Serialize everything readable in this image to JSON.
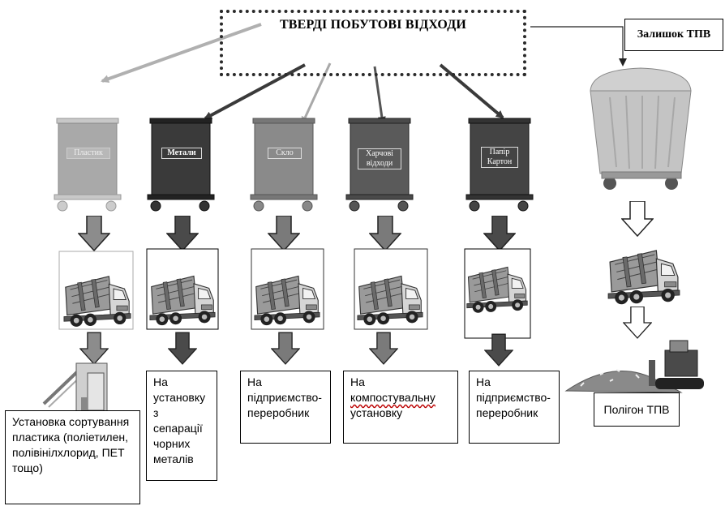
{
  "title": "ТВЕРДІ ПОБУТОВІ ВІДХОДИ",
  "remainder_label": "Залишок ТПВ",
  "bins": [
    {
      "label": "Пластик",
      "color": "#a9a9a9"
    },
    {
      "label": "Метали",
      "color": "#3a3a3a"
    },
    {
      "label": "Скло",
      "color": "#8a8a8a"
    },
    {
      "label": "Харчові відходи",
      "color": "#5a5a5a"
    },
    {
      "label": "Папір Картон",
      "color": "#444444"
    }
  ],
  "destinations": [
    {
      "text": "Установка сортування пластика (поліетилен, полівінілхлорид, ПЕТ тощо)"
    },
    {
      "text": "На установку з сепарації чорних металів"
    },
    {
      "text": "На підприємство-переробник"
    },
    {
      "prefix": "На ",
      "underlined": "компостувальну",
      "suffix": " установку"
    },
    {
      "text": "На підприємство-переробник"
    }
  ],
  "landfill_label": "Полігон ТПВ",
  "colors": {
    "arrow_light": "#b0b0b0",
    "arrow_dark": "#3a3a3a",
    "arrow_mid": "#8c8c8c"
  },
  "icons": {
    "bin": "wheelie-container-icon",
    "truck": "garbage-truck-icon",
    "sorting_plant": "sorting-plant-icon",
    "landfill": "landfill-bulldozer-icon"
  }
}
